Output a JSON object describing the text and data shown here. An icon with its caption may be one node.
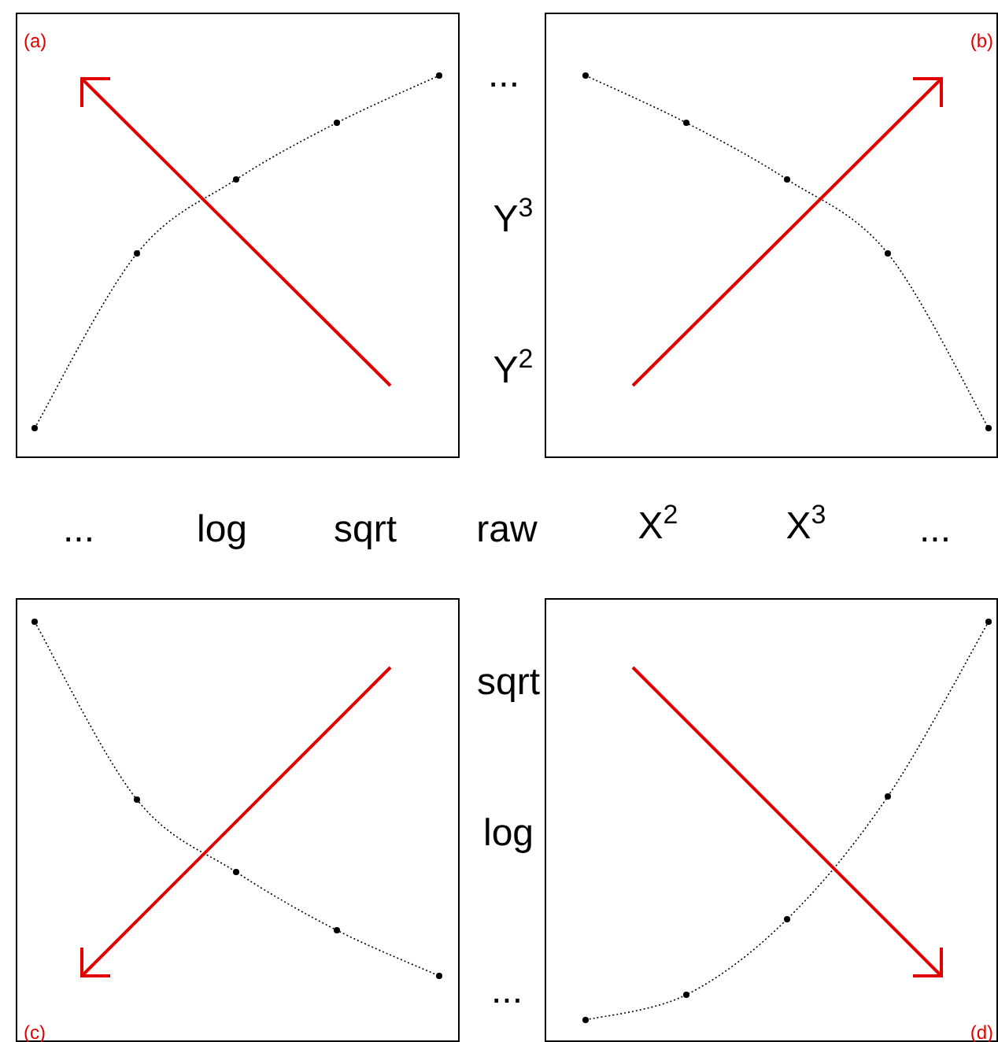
{
  "diagram": {
    "nodes": [
      {
        "text": [
          "(a)"
        ]
      },
      {
        "text": [
          "(b)"
        ]
      },
      {
        "text": [
          "(c)"
        ]
      },
      {
        "text": [
          "(d)"
        ]
      }
    ],
    "labels": [
      "...",
      "Y$^{3}$",
      "Y$^{2}$",
      "...",
      "log",
      "sqrt",
      "raw",
      "X$^{2}$",
      "X$^{3}$",
      "...",
      "sqrt",
      "log",
      "..."
    ]
  }
}
